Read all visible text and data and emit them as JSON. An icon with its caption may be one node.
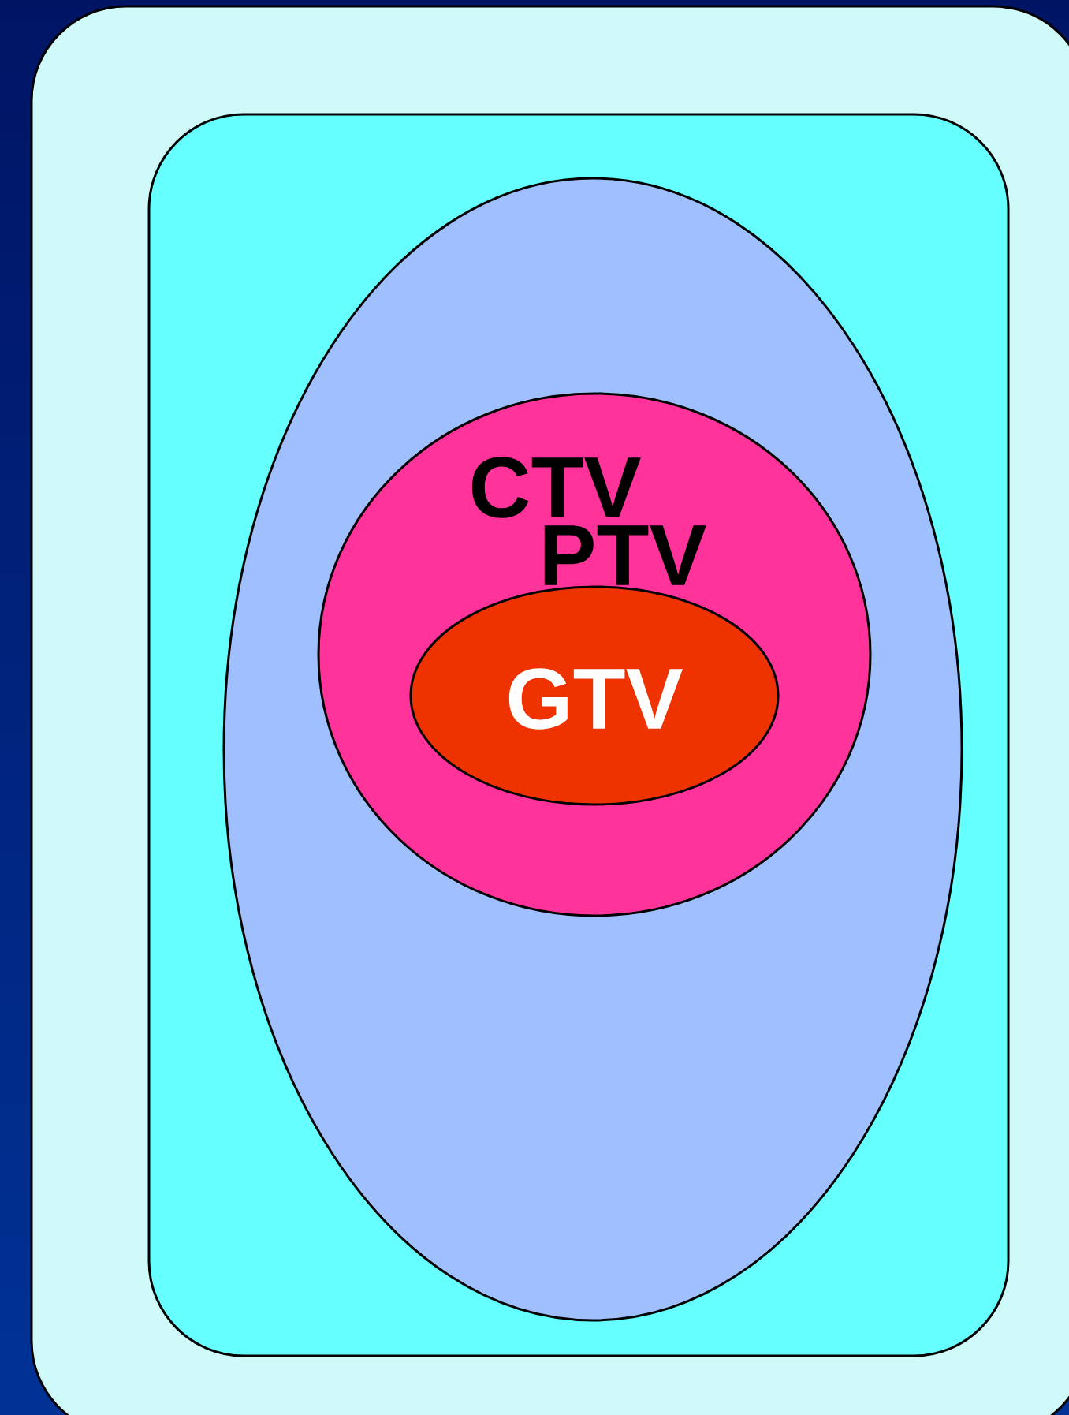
{
  "diagram": {
    "nodes": [
      {
        "text": [],
        "shape": "box"
      },
      {
        "text": [],
        "shape": "box",
        "in": 0
      },
      {
        "text": [],
        "shape": "ellipse",
        "in": 1
      },
      {
        "text": [
          "CTV",
          "PTV"
        ],
        "in": 2
      },
      {
        "text": [
          "GTV"
        ],
        "in": 3
      }
    ],
    "edges": []
  }
}
